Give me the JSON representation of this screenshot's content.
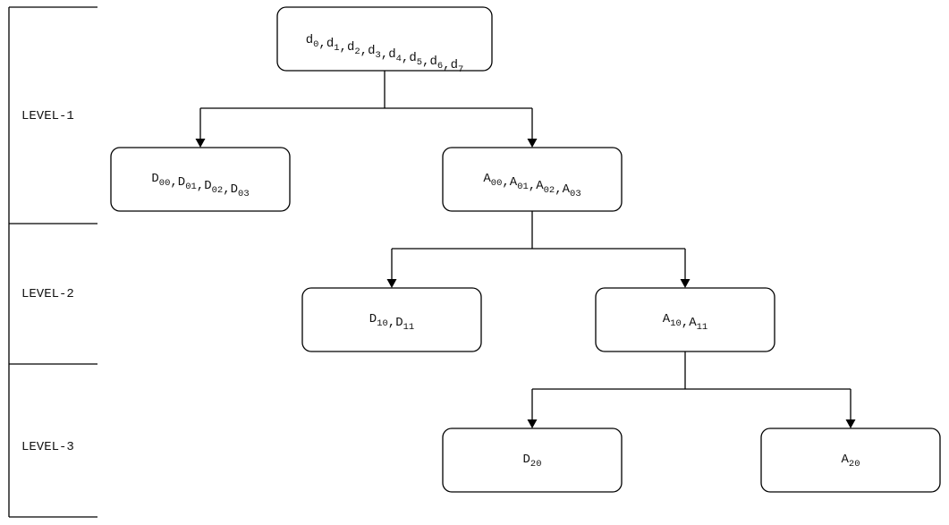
{
  "levels": [
    {
      "label": "LEVEL-1"
    },
    {
      "label": "LEVEL-2"
    },
    {
      "label": "LEVEL-3"
    }
  ],
  "nodes": {
    "root": [
      {
        "b": "d",
        "s": "0"
      },
      {
        "b": ","
      },
      {
        "b": "d",
        "s": "1"
      },
      {
        "b": ","
      },
      {
        "b": "d",
        "s": "2"
      },
      {
        "b": ","
      },
      {
        "b": "d",
        "s": "3"
      },
      {
        "b": ","
      },
      {
        "b": "d",
        "s": "4"
      },
      {
        "b": ","
      },
      {
        "b": "d",
        "s": "5"
      },
      {
        "b": ","
      },
      {
        "b": "d",
        "s": "6"
      },
      {
        "b": ","
      },
      {
        "b": "d",
        "s": "7"
      }
    ],
    "d0": [
      {
        "b": "D",
        "s": "00"
      },
      {
        "b": ","
      },
      {
        "b": "D",
        "s": "01"
      },
      {
        "b": ","
      },
      {
        "b": "D",
        "s": "02"
      },
      {
        "b": ","
      },
      {
        "b": "D",
        "s": "03"
      }
    ],
    "a0": [
      {
        "b": "A",
        "s": "00"
      },
      {
        "b": ","
      },
      {
        "b": "A",
        "s": "01"
      },
      {
        "b": ","
      },
      {
        "b": "A",
        "s": "02"
      },
      {
        "b": ","
      },
      {
        "b": "A",
        "s": "03"
      }
    ],
    "d1": [
      {
        "b": "D",
        "s": "10"
      },
      {
        "b": ","
      },
      {
        "b": "D",
        "s": "11"
      }
    ],
    "a1": [
      {
        "b": "A",
        "s": "10"
      },
      {
        "b": ","
      },
      {
        "b": "A",
        "s": "11"
      }
    ],
    "d2": [
      {
        "b": "D",
        "s": "20"
      }
    ],
    "a2": [
      {
        "b": "A",
        "s": "20"
      }
    ]
  }
}
